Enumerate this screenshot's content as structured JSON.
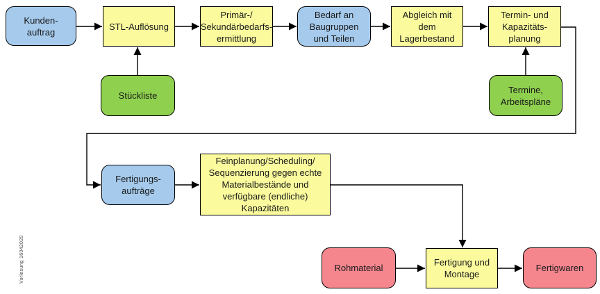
{
  "watermark": "Vorlesung 16042020",
  "colors": {
    "node_blue": "#A5CAEC",
    "node_yellow": "#FBFB9E",
    "node_green": "#8FD04F",
    "node_red": "#F5868E",
    "line": "#000000",
    "background": "#FFFFFF",
    "text": "#1A1A1A"
  },
  "nodes": {
    "kundenauftrag": {
      "label": "Kunden-\nauftrag",
      "type": "blue-rounded"
    },
    "stl_aufloesung": {
      "label": "STL-Auflösung",
      "type": "yellow-rect"
    },
    "primaer_sekundaer": {
      "label": "Primär-/\nSekundärbedarfs-\nermittlung",
      "type": "yellow-rect"
    },
    "bedarf_baugruppen": {
      "label": "Bedarf an\nBaugruppen\nund Teilen",
      "type": "blue-rounded"
    },
    "abgleich_lagerbestand": {
      "label": "Abgleich mit\ndem\nLagerbestand",
      "type": "yellow-rect"
    },
    "termin_kapazitaet": {
      "label": "Termin- und\nKapazitäts-\nplanung",
      "type": "yellow-rect"
    },
    "stueckliste": {
      "label": "Stückliste",
      "type": "green-rounded"
    },
    "termine_arbeitsplaene": {
      "label": "Termine,\nArbeitspläne",
      "type": "green-rounded"
    },
    "fertigungsauftraege": {
      "label": "Fertigungs-\naufträge",
      "type": "blue-rounded"
    },
    "feinplanung": {
      "label": "Feinplanung/Scheduling/\nSequenzierung gegen echte\nMaterialbestände und\nverfügbare (endliche)\nKapazitäten",
      "type": "yellow-rect"
    },
    "rohmaterial": {
      "label": "Rohmaterial",
      "type": "red-rounded"
    },
    "fertigung_montage": {
      "label": "Fertigung und\nMontage",
      "type": "yellow-rect"
    },
    "fertigwaren": {
      "label": "Fertigwaren",
      "type": "red-rounded"
    }
  },
  "edges": [
    {
      "from": "kundenauftrag",
      "to": "stl_aufloesung"
    },
    {
      "from": "stueckliste",
      "to": "stl_aufloesung"
    },
    {
      "from": "stl_aufloesung",
      "to": "primaer_sekundaer"
    },
    {
      "from": "primaer_sekundaer",
      "to": "bedarf_baugruppen"
    },
    {
      "from": "bedarf_baugruppen",
      "to": "abgleich_lagerbestand"
    },
    {
      "from": "abgleich_lagerbestand",
      "to": "termin_kapazitaet"
    },
    {
      "from": "termine_arbeitsplaene",
      "to": "termin_kapazitaet"
    },
    {
      "from": "termin_kapazitaet",
      "to": "fertigungsauftraege"
    },
    {
      "from": "fertigungsauftraege",
      "to": "feinplanung"
    },
    {
      "from": "feinplanung",
      "to": "fertigung_montage"
    },
    {
      "from": "rohmaterial",
      "to": "fertigung_montage"
    },
    {
      "from": "fertigung_montage",
      "to": "fertigwaren"
    }
  ]
}
